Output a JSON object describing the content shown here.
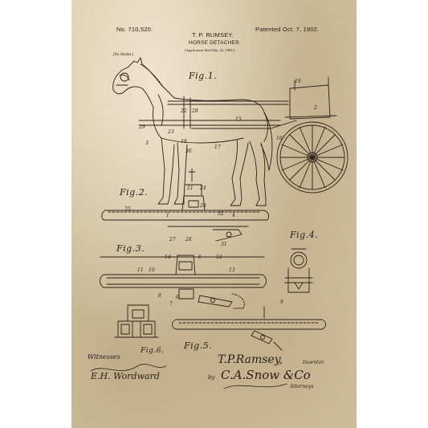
{
  "header": {
    "patent_no": "No. 710,520.",
    "inventor_name": "T. P. RUMSEY.",
    "title": "HORSE DETACHER.",
    "application": "(Application filed Mar. 22, 1902.)",
    "patented": "Patented Oct. 7, 1902.",
    "no_model": "(No Model.)"
  },
  "figures": {
    "fig1": "Fig.1.",
    "fig2": "Fig.2.",
    "fig3": "Fig.3.",
    "fig4": "Fig.4.",
    "fig5": "Fig.5.",
    "fig6": "Fig.6."
  },
  "footer": {
    "witnesses_label": "Witnesses",
    "witness_signature": "E.H. Wordward",
    "inventor_signature": "T.P.Ramsey,",
    "inventor_label": "Inventor.",
    "by_label": "by",
    "attorney_signature": "C.A.Snow &Co",
    "attorneys_label": "Attorneys"
  },
  "reference_numerals": [
    "19",
    "2",
    "16",
    "22",
    "28",
    "29",
    "23",
    "18",
    "15",
    "3",
    "30",
    "17",
    "25",
    "21",
    "20",
    "24",
    "32",
    "27",
    "26",
    "31",
    "4",
    "1",
    "11",
    "10",
    "13",
    "8",
    "14",
    "12",
    "5",
    "6",
    "9",
    "7"
  ],
  "colors": {
    "paper": "#d9c9a9",
    "ink": "#2a2218"
  }
}
